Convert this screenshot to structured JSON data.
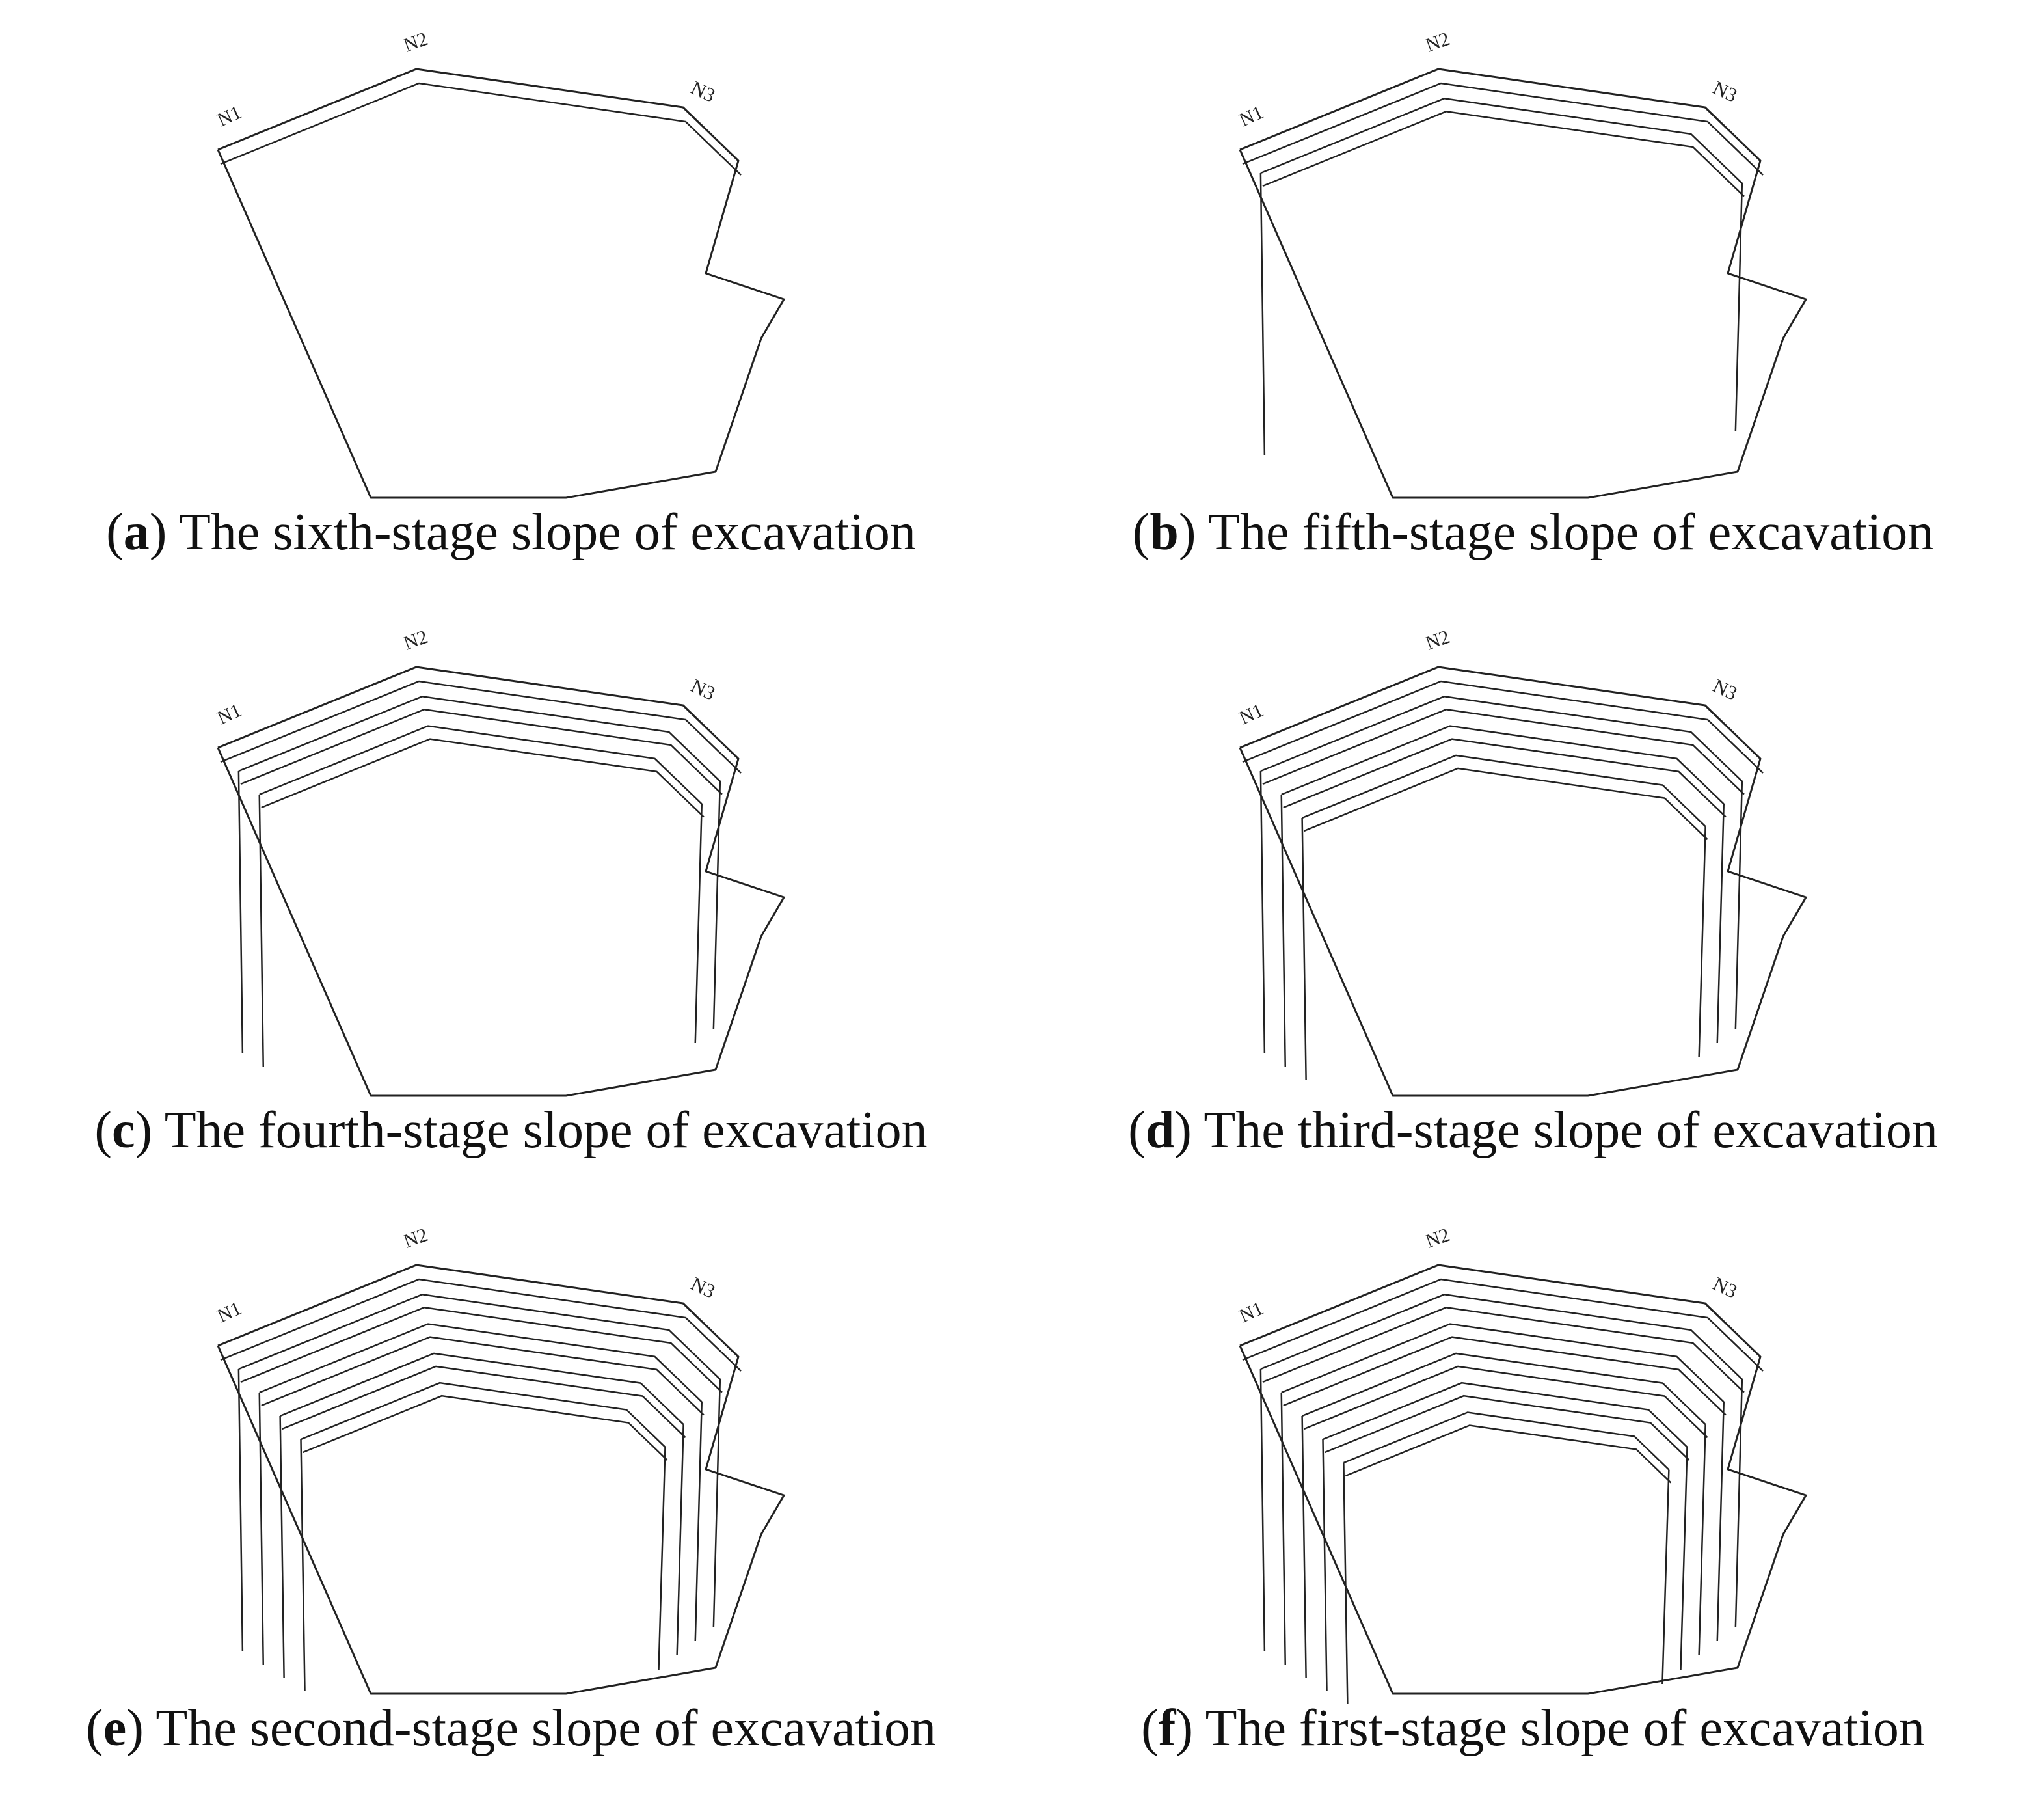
{
  "figure": {
    "panels": [
      {
        "letter": "a",
        "caption": "The sixth-stage slope of excavation",
        "stage": 6,
        "benches": 1,
        "nodes": [
          "N1",
          "N2",
          "N3"
        ]
      },
      {
        "letter": "b",
        "caption": "The fifth-stage slope of excavation",
        "stage": 5,
        "benches": 2,
        "nodes": [
          "N1",
          "N2",
          "N3"
        ]
      },
      {
        "letter": "c",
        "caption": "The fourth-stage slope of excavation",
        "stage": 4,
        "benches": 3,
        "nodes": [
          "N1",
          "N2",
          "N3"
        ]
      },
      {
        "letter": "d",
        "caption": "The third-stage slope of excavation",
        "stage": 3,
        "benches": 4,
        "nodes": [
          "N1",
          "N2",
          "N3"
        ]
      },
      {
        "letter": "e",
        "caption": "The second-stage slope of excavation",
        "stage": 2,
        "benches": 5,
        "nodes": [
          "N1",
          "N2",
          "N3"
        ]
      },
      {
        "letter": "f",
        "caption": "The first-stage slope of excavation",
        "stage": 1,
        "benches": 6,
        "nodes": [
          "N1",
          "N2",
          "N3"
        ]
      }
    ],
    "colors": {
      "line": "#222222",
      "background": "#ffffff"
    }
  }
}
